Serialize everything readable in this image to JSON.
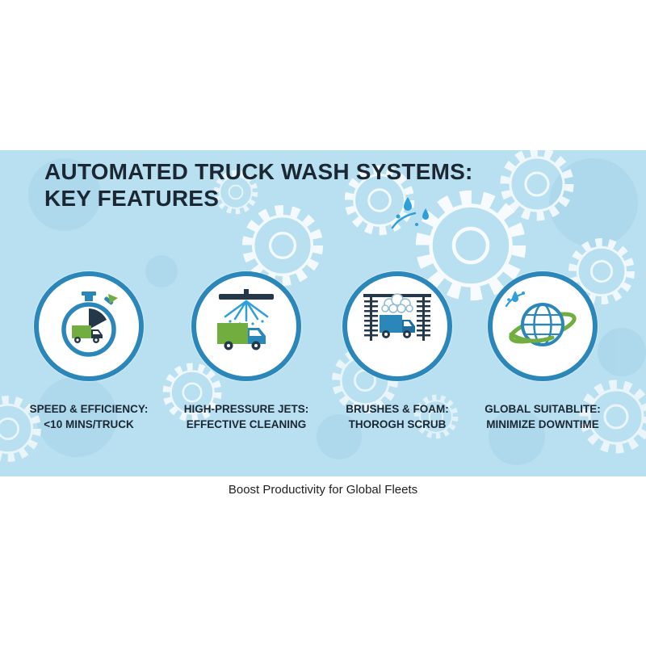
{
  "title": {
    "line1": "AUTOMATED TRUCK WASH SYSTEMS:",
    "line2": "KEY FEATURES"
  },
  "features": [
    {
      "name": "speed-efficiency",
      "icon": "stopwatch-truck-icon",
      "line1": "SPEED & EFFICIENCY:",
      "line2": "<10 MINS/TRUCK"
    },
    {
      "name": "high-pressure-jets",
      "icon": "spray-jets-truck-icon",
      "line1": "HIGH-PRESSURE JETS:",
      "line2": "EFFECTIVE CLEANING"
    },
    {
      "name": "brushes-foam",
      "icon": "brushes-foam-truck-icon",
      "line1": "BRUSHES & FOAM:",
      "line2": "THOROGH SCRUB"
    },
    {
      "name": "global-suitability",
      "icon": "globe-swoosh-icon",
      "line1": "GLOBAL SUITABLITE:",
      "line2": "MINIMIZE DOWNTIME"
    }
  ],
  "footer": "Boost Productivity for Global Fleets",
  "colors": {
    "background_blue": "#b9e0f1",
    "primary_blue": "#2b87ba",
    "spray_blue": "#2e9fd8",
    "dark_navy": "#25384a",
    "green": "#72ad40",
    "text_dark": "#1b2733",
    "gear_white": "#ffffff"
  }
}
